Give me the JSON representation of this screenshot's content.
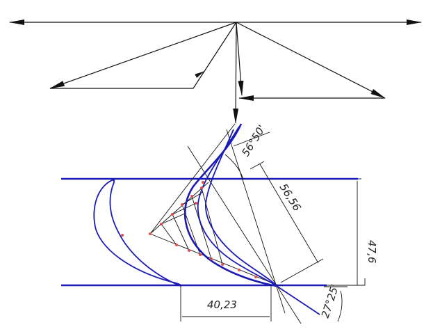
{
  "dimensions": {
    "angle_top": "56°50'",
    "chord": "56,56",
    "height": "47,6",
    "width": "40,23",
    "angle_bottom": "27°25'"
  }
}
